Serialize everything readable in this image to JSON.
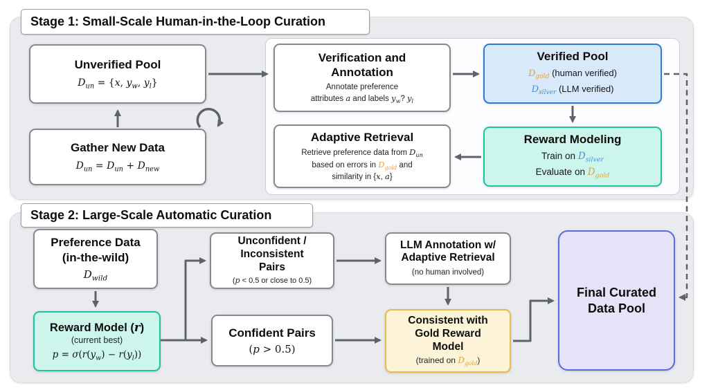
{
  "colors": {
    "gold": "#E2A33C",
    "silver_blue": "#4A90D9",
    "arrow_gray": "#5F6368",
    "verified_pool_border": "#2B7BD3",
    "verified_pool_bg": "#D8E9F9",
    "teal_border": "#20C1A3",
    "teal_bg": "#CCF6EB",
    "gold_box_border": "#E8BC4A",
    "gold_box_bg": "#FDF4D8",
    "final_pool_border": "#5A6BE0",
    "final_pool_bg": "#E4E3F8"
  },
  "stage1": {
    "title": "Stage 1: Small-Scale Human-in-the-Loop Curation",
    "unverified_pool": {
      "title": "Unverified Pool",
      "formula": [
        {
          "t": "D",
          "i": 1
        },
        {
          "t": "un",
          "i": 1,
          "s": 1
        },
        {
          "t": " = {"
        },
        {
          "t": "x",
          "i": 1
        },
        {
          "t": ", "
        },
        {
          "t": "y",
          "i": 1
        },
        {
          "t": "w",
          "i": 1,
          "s": 1
        },
        {
          "t": ", "
        },
        {
          "t": "y",
          "i": 1
        },
        {
          "t": "l",
          "i": 1,
          "s": 1
        },
        {
          "t": "}"
        }
      ]
    },
    "gather_new_data": {
      "title": "Gather New Data",
      "formula": [
        {
          "t": "D",
          "i": 1
        },
        {
          "t": "un",
          "i": 1,
          "s": 1
        },
        {
          "t": " = "
        },
        {
          "t": "D",
          "i": 1
        },
        {
          "t": "un",
          "i": 1,
          "s": 1
        },
        {
          "t": " + "
        },
        {
          "t": "D",
          "i": 1
        },
        {
          "t": "new",
          "i": 1,
          "s": 1
        }
      ]
    },
    "verification": {
      "title_line1": "Verification and",
      "title_line2": "Annotation",
      "note_line1": "Annotate preference",
      "note_line2": [
        {
          "t": "attributes "
        },
        {
          "t": "a",
          "i": 1
        },
        {
          "t": " and labels "
        },
        {
          "t": "y",
          "i": 1
        },
        {
          "t": "w",
          "i": 1,
          "s": 1
        },
        {
          "t": "? "
        },
        {
          "t": "y",
          "i": 1
        },
        {
          "t": "l",
          "i": 1,
          "s": 1
        }
      ]
    },
    "adaptive_retrieval": {
      "title": "Adaptive Retrieval",
      "note_lines": [
        [
          {
            "t": "Retrieve preference data from "
          },
          {
            "t": "D",
            "i": 1
          },
          {
            "t": "un",
            "i": 1,
            "s": 1
          }
        ],
        [
          {
            "t": "based on errors in "
          },
          {
            "t": "D",
            "i": 1,
            "c": "#E2A33C"
          },
          {
            "t": "gold",
            "i": 1,
            "s": 1,
            "c": "#E2A33C"
          },
          {
            "t": " and"
          }
        ],
        [
          {
            "t": "similarity in {"
          },
          {
            "t": "x",
            "i": 1
          },
          {
            "t": ", "
          },
          {
            "t": "a",
            "i": 1
          },
          {
            "t": "}"
          }
        ]
      ]
    },
    "verified_pool": {
      "title": "Verified Pool",
      "lines": [
        [
          {
            "t": "D",
            "i": 1,
            "c": "#E2A33C"
          },
          {
            "t": "gold",
            "i": 1,
            "s": 1,
            "c": "#E2A33C"
          },
          {
            "t": " (human verified)"
          }
        ],
        [
          {
            "t": "D",
            "i": 1,
            "c": "#4A90D9"
          },
          {
            "t": "silver",
            "i": 1,
            "s": 1,
            "c": "#4A90D9"
          },
          {
            "t": " (LLM verified)"
          }
        ]
      ]
    },
    "reward_modeling": {
      "title": "Reward Modeling",
      "lines": [
        [
          {
            "t": "Train on "
          },
          {
            "t": "D",
            "i": 1,
            "c": "#4A90D9"
          },
          {
            "t": "silver",
            "i": 1,
            "s": 1,
            "c": "#4A90D9"
          }
        ],
        [
          {
            "t": "Evaluate on "
          },
          {
            "t": "D",
            "i": 1,
            "c": "#E2A33C"
          },
          {
            "t": "gold",
            "i": 1,
            "s": 1,
            "c": "#E2A33C"
          }
        ]
      ]
    }
  },
  "stage2": {
    "title": "Stage 2: Large-Scale Automatic Curation",
    "preference_data": {
      "title_line1": "Preference Data",
      "title_line2": "(in-the-wild)",
      "formula": [
        {
          "t": "D",
          "i": 1
        },
        {
          "t": "wild",
          "i": 1,
          "s": 1
        }
      ]
    },
    "reward_model": {
      "title": [
        {
          "t": "Reward Model ("
        },
        {
          "t": "r",
          "i": 1
        },
        {
          "t": ")"
        }
      ],
      "subtitle": "(current best)",
      "formula": [
        {
          "t": "p",
          "i": 1
        },
        {
          "t": " = "
        },
        {
          "t": "σ",
          "i": 1
        },
        {
          "t": "("
        },
        {
          "t": "r",
          "i": 1
        },
        {
          "t": "("
        },
        {
          "t": "y",
          "i": 1
        },
        {
          "t": "w",
          "i": 1,
          "s": 1
        },
        {
          "t": ") − "
        },
        {
          "t": "r",
          "i": 1
        },
        {
          "t": "("
        },
        {
          "t": "y",
          "i": 1
        },
        {
          "t": "l",
          "i": 1,
          "s": 1
        },
        {
          "t": "))"
        }
      ]
    },
    "unconfident_pairs": {
      "title_lines": [
        "Unconfident /",
        "Inconsistent",
        "Pairs"
      ],
      "note": [
        {
          "t": "("
        },
        {
          "t": "p",
          "i": 1
        },
        {
          "t": " < 0.5 or close to 0.5)"
        }
      ]
    },
    "confident_pairs": {
      "title": "Confident Pairs",
      "note": [
        {
          "t": "("
        },
        {
          "t": "p",
          "i": 1
        },
        {
          "t": " > 0.5)"
        }
      ]
    },
    "llm_annotation": {
      "title_line1": "LLM Annotation w/",
      "title_line2": "Adaptive Retrieval",
      "note": "(no human involved)"
    },
    "consistent_gold": {
      "title_lines": [
        "Consistent with",
        "Gold Reward",
        "Model"
      ],
      "note": [
        {
          "t": "(trained on "
        },
        {
          "t": "D",
          "i": 1,
          "c": "#E2A33C"
        },
        {
          "t": "gold",
          "i": 1,
          "s": 1,
          "c": "#E2A33C"
        },
        {
          "t": ")"
        }
      ]
    },
    "final_pool": {
      "title_line1": "Final Curated",
      "title_line2": "Data Pool"
    }
  }
}
